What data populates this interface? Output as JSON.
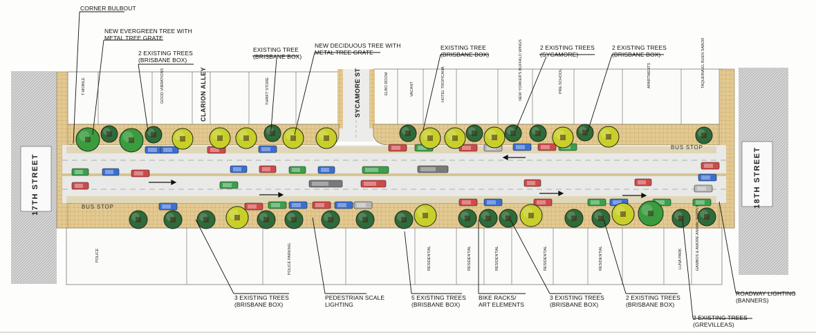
{
  "streets": {
    "left": "17TH STREET",
    "right": "18TH STREET",
    "cross": "SYCAMORE ST",
    "alley": "CLARION ALLEY"
  },
  "bus_stops": [
    "BUS STOP",
    "BUS STOP"
  ],
  "callouts_top": [
    "CORNER BULBOUT",
    [
      "NEW EVERGREEN TREE WITH",
      "METAL TREE GRATE"
    ],
    [
      "2 EXISTING TREES",
      "(BRISBANE BOX)"
    ],
    [
      "EXISTING TREE",
      "(BRISBANE BOX)"
    ],
    [
      "NEW DECIDUOUS TREE WITH",
      "METAL TREE GRATE"
    ],
    [
      "EXISTING TREE",
      "(BRISBANE BOX)"
    ],
    [
      "2 EXISTING TREES",
      "(SYCAMORE)"
    ],
    [
      "2 EXISTING TREES",
      "(BRISBANE BOX)"
    ]
  ],
  "callouts_bottom": [
    [
      "3 EXISTING TREES",
      "(BRISBANE BOX)"
    ],
    [
      "PEDESTRIAN SCALE",
      "LIGHTING"
    ],
    [
      "5 EXISTING TREES",
      "(BRISBANE BOX)"
    ],
    [
      "BIKE RACKS/",
      "ART ELEMENTS"
    ],
    [
      "3 EXISTING TREES",
      "(BRISBANE BOX)"
    ],
    [
      "2 EXISTING TREES",
      "(BRISBANE BOX)"
    ],
    [
      "ROADWAY LIGHTING",
      "(BANNERS)"
    ],
    [
      "2 EXISTING TREES",
      "(GREVILLEAS)"
    ]
  ],
  "buildings_top": [
    "T-MOBILE",
    "GOOD VIBRATIONS",
    "THRIFT STORE",
    "ELBO ROOM",
    "VACANT",
    "HOTEL TROPICANA",
    "NEW YORKER'S BUFFALO WINGS",
    "PRE-SCHOOL",
    "APARTMENTS",
    "TAQUERIA EL BUEN SABOR"
  ],
  "buildings_bottom": [
    "POLICE",
    "POLICE PARKING",
    "RESIDENTIAL",
    "RESIDENTIAL",
    "RESIDENTIAL",
    "RESIDENTIAL",
    "RESIDENTIAL",
    "LUNA PARK",
    "GAMBOS & AMORE ANIMAL SUPPLY"
  ],
  "colors": {
    "road": "#e9e9e7",
    "sidewalk": "#e2c98f",
    "street_edge": "#cfcfcf",
    "evergreen": "#3a9c3f",
    "deciduous": "#c9cf2a",
    "existing": "#2f6a3a",
    "bike_lane": "#d8c48a"
  }
}
